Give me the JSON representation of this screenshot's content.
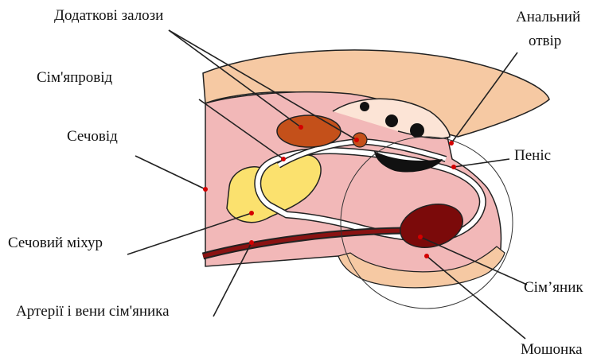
{
  "labels": {
    "accessory_glands": "Додаткові залози",
    "vas_deferens": "Сім'япровід",
    "ureter": "Сечовід",
    "bladder": "Сечовий міхур",
    "testicular_vessels": "Артерії і вени сім'яника",
    "anus_line1": "Анальний",
    "anus_line2": "отвір",
    "penis": "Пеніс",
    "testis": "Сім’яник",
    "scrotum": "Мошонка"
  },
  "colors": {
    "skin": "#f6c9a3",
    "tissue": "#f2b8b8",
    "accessory_gland": "#c4501a",
    "bladder": "#fbe16e",
    "testis": "#7b0a0a",
    "vessel": "#8a1212",
    "marker": "#d40000",
    "duct": "#ffffff",
    "outline": "#222222"
  }
}
